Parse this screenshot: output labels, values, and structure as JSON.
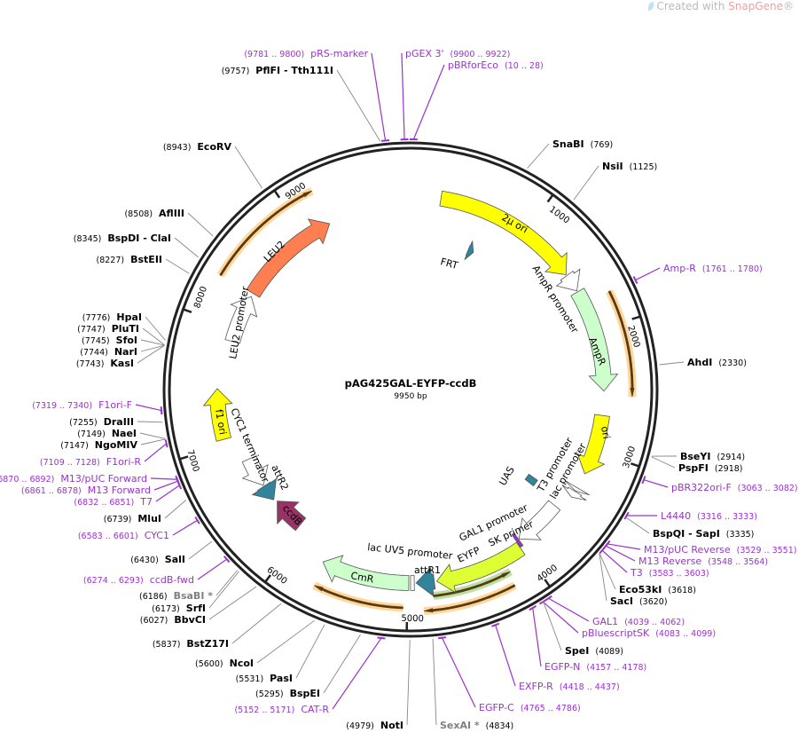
{
  "watermark": {
    "prefix": "Created with ",
    "brand": "SnapGene",
    "reg": "®"
  },
  "plasmid": {
    "name": "pAG425GAL-EYFP-ccdB",
    "length_label": "9950 bp",
    "total_bp": 9950
  },
  "ticks": [
    "1000",
    "2000",
    "3000",
    "4000",
    "5000",
    "6000",
    "7000",
    "8000",
    "9000"
  ],
  "colors": {
    "backbone": "#222222",
    "primer": "#9933cc",
    "enzyme": "#000000",
    "leader": "#888888"
  },
  "sites": [
    {
      "name": "pRS-marker",
      "pos": "(9781 .. 9800)",
      "bp": 9790,
      "kind": "primer"
    },
    {
      "name": "pGEX 3'",
      "pos": "(9900 .. 9922)",
      "bp": 9911,
      "kind": "primer"
    },
    {
      "name": "pBRforEco",
      "pos": "(10 .. 28)",
      "bp": 19,
      "kind": "primer"
    },
    {
      "name": "PflFI - Tth111I",
      "pos": "(9757)",
      "bp": 9757,
      "kind": "enzyme"
    },
    {
      "name": "SnaBI",
      "pos": "(769)",
      "bp": 769,
      "kind": "enzyme"
    },
    {
      "name": "NsiI",
      "pos": "(1125)",
      "bp": 1125,
      "kind": "enzyme"
    },
    {
      "name": "Amp-R",
      "pos": "(1761 .. 1780)",
      "bp": 1770,
      "kind": "primer"
    },
    {
      "name": "AhdI",
      "pos": "(2330)",
      "bp": 2330,
      "kind": "enzyme"
    },
    {
      "name": "BseYI",
      "pos": "(2914)",
      "bp": 2914,
      "kind": "enzyme"
    },
    {
      "name": "PspFI",
      "pos": "(2918)",
      "bp": 2918,
      "kind": "enzyme"
    },
    {
      "name": "pBR322ori-F",
      "pos": "(3063 .. 3082)",
      "bp": 3072,
      "kind": "primer"
    },
    {
      "name": "L4440",
      "pos": "(3316 .. 3333)",
      "bp": 3324,
      "kind": "primer"
    },
    {
      "name": "BspQI - SapI",
      "pos": "(3335)",
      "bp": 3335,
      "kind": "enzyme"
    },
    {
      "name": "M13/pUC Reverse",
      "pos": "(3529 .. 3551)",
      "bp": 3540,
      "kind": "primer"
    },
    {
      "name": "M13 Reverse",
      "pos": "(3548 .. 3564)",
      "bp": 3556,
      "kind": "primer"
    },
    {
      "name": "T3",
      "pos": "(3583 .. 3603)",
      "bp": 3593,
      "kind": "primer"
    },
    {
      "name": "Eco53kI",
      "pos": "(3618)",
      "bp": 3618,
      "kind": "enzyme"
    },
    {
      "name": "SacI",
      "pos": "(3620)",
      "bp": 3620,
      "kind": "enzyme"
    },
    {
      "name": "GAL1",
      "pos": "(4039 .. 4062)",
      "bp": 4050,
      "kind": "primer"
    },
    {
      "name": "pBluescriptSK",
      "pos": "(4083 .. 4099)",
      "bp": 4091,
      "kind": "primer"
    },
    {
      "name": "SpeI",
      "pos": "(4089)",
      "bp": 4089,
      "kind": "enzyme"
    },
    {
      "name": "EGFP-N",
      "pos": "(4157 .. 4178)",
      "bp": 4167,
      "kind": "primer"
    },
    {
      "name": "EXFP-R",
      "pos": "(4418 .. 4437)",
      "bp": 4427,
      "kind": "primer"
    },
    {
      "name": "EGFP-C",
      "pos": "(4765 .. 4786)",
      "bp": 4775,
      "kind": "primer"
    },
    {
      "name": "SexAI *",
      "pos": "(4834)",
      "bp": 4834,
      "kind": "gray"
    },
    {
      "name": "NotI",
      "pos": "(4979)",
      "bp": 4979,
      "kind": "enzyme"
    },
    {
      "name": "CAT-R",
      "pos": "(5152 .. 5171)",
      "bp": 5161,
      "kind": "primer"
    },
    {
      "name": "BspEI",
      "pos": "(5295)",
      "bp": 5295,
      "kind": "enzyme"
    },
    {
      "name": "PasI",
      "pos": "(5531)",
      "bp": 5531,
      "kind": "enzyme"
    },
    {
      "name": "NcoI",
      "pos": "(5600)",
      "bp": 5600,
      "kind": "enzyme"
    },
    {
      "name": "BstZ17I",
      "pos": "(5837)",
      "bp": 5837,
      "kind": "enzyme"
    },
    {
      "name": "BbvCI",
      "pos": "(6027)",
      "bp": 6027,
      "kind": "enzyme"
    },
    {
      "name": "SrfI",
      "pos": "(6173)",
      "bp": 6173,
      "kind": "enzyme"
    },
    {
      "name": "BsaBI *",
      "pos": "(6186)",
      "bp": 6186,
      "kind": "gray"
    },
    {
      "name": "ccdB-fwd",
      "pos": "(6274 .. 6293)",
      "bp": 6283,
      "kind": "primer"
    },
    {
      "name": "SalI",
      "pos": "(6430)",
      "bp": 6430,
      "kind": "enzyme"
    },
    {
      "name": "CYC1",
      "pos": "(6583 .. 6601)",
      "bp": 6592,
      "kind": "primer"
    },
    {
      "name": "MluI",
      "pos": "(6739)",
      "bp": 6739,
      "kind": "enzyme"
    },
    {
      "name": "T7",
      "pos": "(6832 .. 6851)",
      "bp": 6841,
      "kind": "primer"
    },
    {
      "name": "M13 Forward",
      "pos": "(6861 .. 6878)",
      "bp": 6869,
      "kind": "primer"
    },
    {
      "name": "M13/pUC Forward",
      "pos": "(6870 .. 6892)",
      "bp": 6881,
      "kind": "primer"
    },
    {
      "name": "F1ori-R",
      "pos": "(7109 .. 7128)",
      "bp": 7118,
      "kind": "primer"
    },
    {
      "name": "NgoMIV",
      "pos": "(7147)",
      "bp": 7147,
      "kind": "enzyme"
    },
    {
      "name": "NaeI",
      "pos": "(7149)",
      "bp": 7149,
      "kind": "enzyme"
    },
    {
      "name": "DraIII",
      "pos": "(7255)",
      "bp": 7255,
      "kind": "enzyme"
    },
    {
      "name": "F1ori-F",
      "pos": "(7319 .. 7340)",
      "bp": 7330,
      "kind": "primer"
    },
    {
      "name": "KasI",
      "pos": "(7743)",
      "bp": 7743,
      "kind": "enzyme"
    },
    {
      "name": "NarI",
      "pos": "(7744)",
      "bp": 7744,
      "kind": "enzyme"
    },
    {
      "name": "SfoI",
      "pos": "(7745)",
      "bp": 7745,
      "kind": "enzyme"
    },
    {
      "name": "PluTI",
      "pos": "(7747)",
      "bp": 7747,
      "kind": "enzyme"
    },
    {
      "name": "HpaI",
      "pos": "(7776)",
      "bp": 7776,
      "kind": "enzyme"
    },
    {
      "name": "BstEII",
      "pos": "(8227)",
      "bp": 8227,
      "kind": "enzyme"
    },
    {
      "name": "BspDI - ClaI",
      "pos": "(8345)",
      "bp": 8345,
      "kind": "enzyme"
    },
    {
      "name": "AflIII",
      "pos": "(8508)",
      "bp": 8508,
      "kind": "enzyme"
    },
    {
      "name": "EcoRV",
      "pos": "(8943)",
      "bp": 8943,
      "kind": "enzyme"
    }
  ],
  "features": [
    {
      "label": "2μ ori",
      "start": 250,
      "end": 1480,
      "dir": 1,
      "color": "#ffff00",
      "lane": "main"
    },
    {
      "label": "AmpR promoter",
      "start": 1490,
      "end": 1640,
      "dir": 1,
      "color": "#ffffff",
      "lane": "main"
    },
    {
      "label": "AmpR",
      "start": 1650,
      "end": 2500,
      "dir": 1,
      "color": "#ccffcc",
      "lane": "main"
    },
    {
      "label": "ori",
      "start": 2700,
      "end": 3200,
      "dir": 1,
      "color": "#ffff00",
      "lane": "main"
    },
    {
      "label": "FRT",
      "start": 620,
      "end": 680,
      "dir": 1,
      "color": "#31849b",
      "lane": "inner"
    },
    {
      "label": "T3 promoter",
      "start": 3330,
      "end": 3360,
      "dir": 1,
      "color": "#ffffff",
      "lane": "main"
    },
    {
      "label": "lac promoter",
      "start": 3365,
      "end": 3420,
      "dir": 1,
      "color": "#ffffff",
      "lane": "main"
    },
    {
      "label": "UAS",
      "start": 3470,
      "end": 3540,
      "dir": 0,
      "color": "#31849b",
      "lane": "inner"
    },
    {
      "label": "GAL1 promoter",
      "start": 3560,
      "end": 3980,
      "dir": 1,
      "color": "#ffffff",
      "lane": "main"
    },
    {
      "label": "SK primer",
      "start": 3985,
      "end": 4010,
      "dir": 0,
      "color": "#9933cc",
      "lane": "main"
    },
    {
      "label": "EYFP",
      "start": 4015,
      "end": 4760,
      "dir": 1,
      "color": "#ddff33",
      "lane": "main"
    },
    {
      "label": "attR1",
      "start": 4780,
      "end": 4930,
      "dir": 1,
      "color": "#31849b",
      "lane": "main"
    },
    {
      "label": "lac UV5 promoter",
      "start": 4945,
      "end": 4975,
      "dir": 0,
      "color": "#ffffff",
      "lane": "main"
    },
    {
      "label": "CmR",
      "start": 4990,
      "end": 5720,
      "dir": 1,
      "color": "#ccffcc",
      "lane": "main"
    },
    {
      "label": "ccdB",
      "start": 6060,
      "end": 6360,
      "dir": 1,
      "color": "#993366",
      "lane": "main"
    },
    {
      "label": "attR2",
      "start": 6390,
      "end": 6540,
      "dir": -1,
      "color": "#31849b",
      "lane": "main"
    },
    {
      "label": "CYC1 terminator",
      "start": 6550,
      "end": 6820,
      "dir": -1,
      "color": "#ffffff",
      "lane": "main"
    },
    {
      "label": "f1 ori",
      "start": 7050,
      "end": 7470,
      "dir": 1,
      "color": "#ffff00",
      "lane": "main"
    },
    {
      "label": "LEU2 promoter",
      "start": 7880,
      "end": 8300,
      "dir": 1,
      "color": "#ffffff",
      "lane": "main"
    },
    {
      "label": "LEU2",
      "start": 8330,
      "end": 9230,
      "dir": 1,
      "color": "#ff7f50",
      "lane": "main"
    }
  ],
  "orfs": [
    {
      "start": 1760,
      "end": 2540,
      "dir": 1,
      "color": "#ffa726"
    },
    {
      "start": 4180,
      "end": 4800,
      "dir": -1,
      "color": "#66bb33"
    },
    {
      "start": 4200,
      "end": 4880,
      "dir": 1,
      "color": "#ffa726"
    },
    {
      "start": 5030,
      "end": 5700,
      "dir": 1,
      "color": "#ffa726"
    },
    {
      "start": 8320,
      "end": 9220,
      "dir": 1,
      "color": "#ffa726"
    }
  ]
}
